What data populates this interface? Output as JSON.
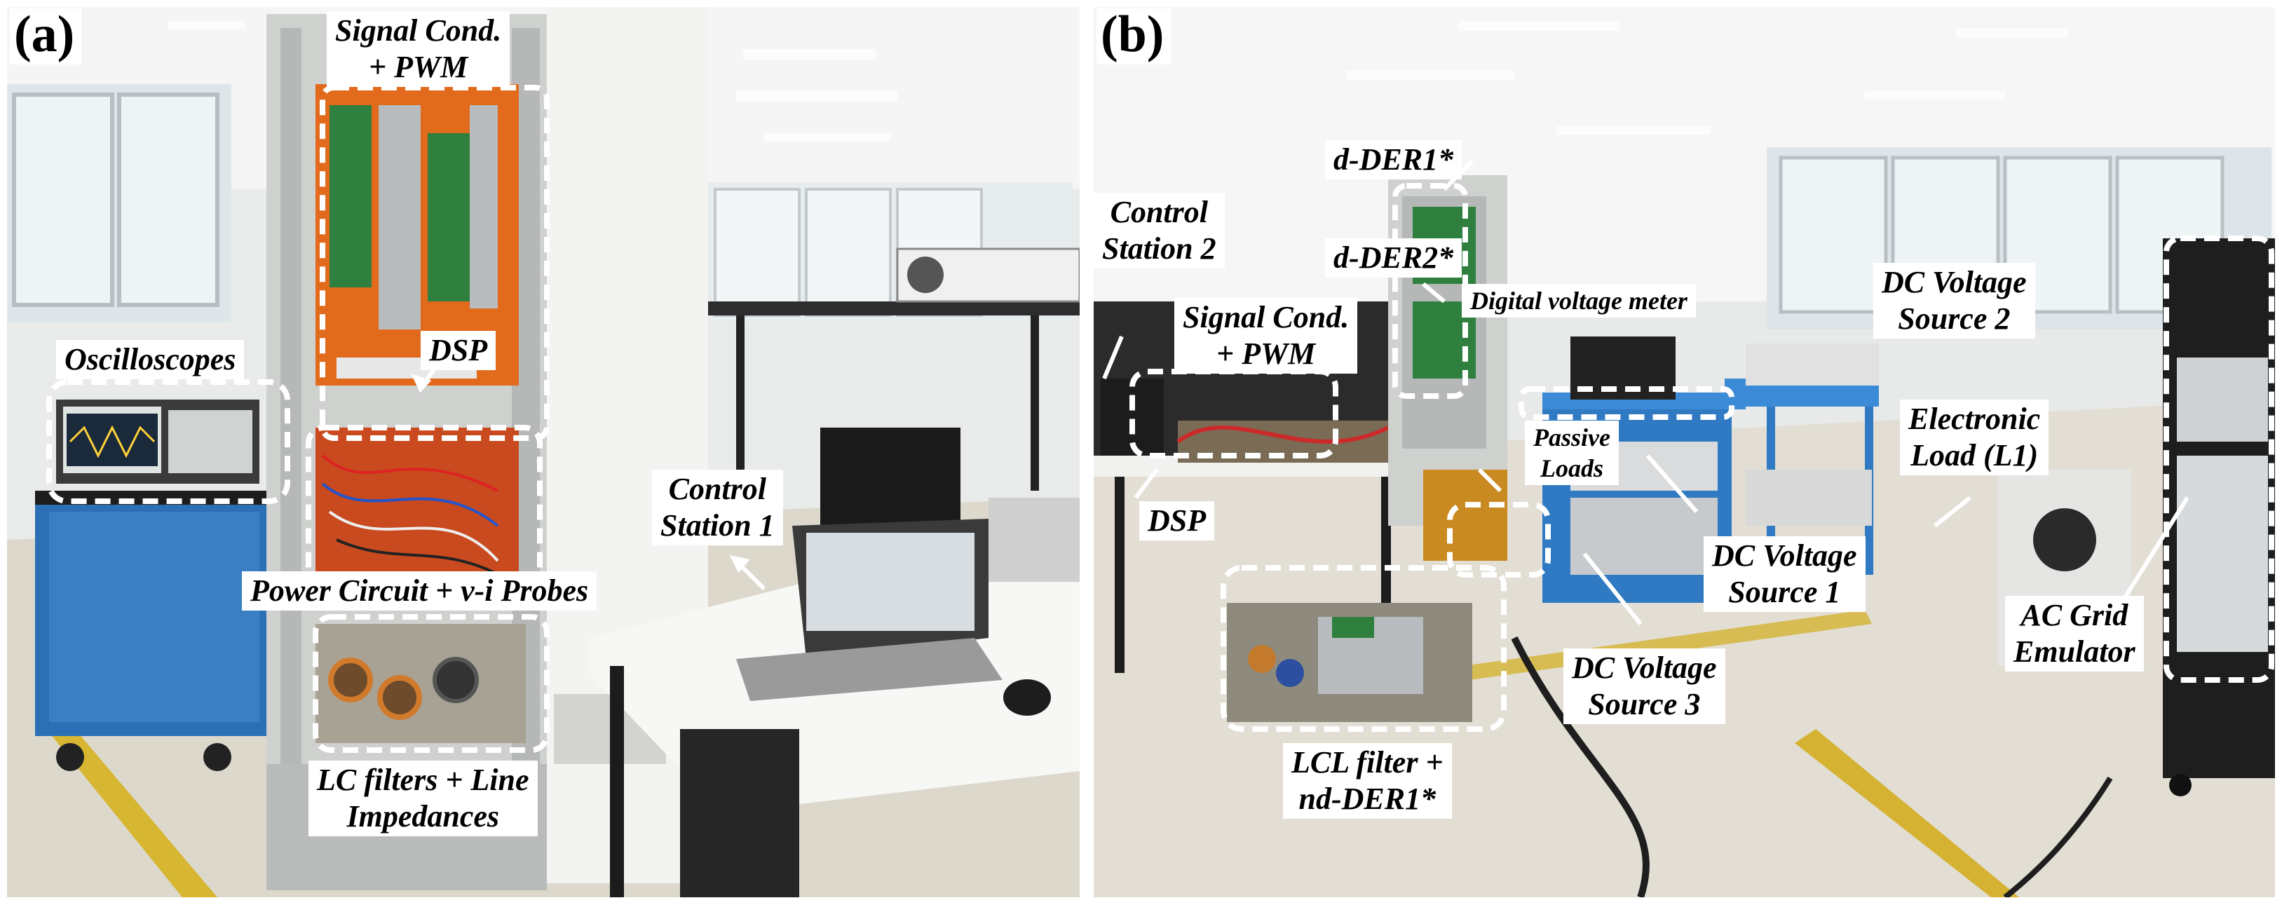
{
  "panel_a": {
    "letter": "(a)",
    "labels": {
      "signal_cond_line1": "Signal Cond.",
      "signal_cond_line2": "+ PWM",
      "dsp": "DSP",
      "oscilloscopes": "Oscilloscopes",
      "control_station_line1": "Control",
      "control_station_line2": "Station 1",
      "power_circuit": "Power Circuit + v-i Probes",
      "lc_filters_line1": "LC filters + Line",
      "lc_filters_line2": "Impedances"
    }
  },
  "panel_b": {
    "letter": "(b)",
    "labels": {
      "d_der1": "d-DER1*",
      "d_der2": "d-DER2*",
      "control_station_line1": "Control",
      "control_station_line2": "Station 2",
      "signal_cond_line1": "Signal Cond.",
      "signal_cond_line2": "+ PWM",
      "digital_voltage_meter": "Digital voltage meter",
      "dc_source2_line1": "DC Voltage",
      "dc_source2_line2": "Source 2",
      "passive_loads_line1": "Passive",
      "passive_loads_line2": "Loads",
      "electronic_load_line1": "Electronic",
      "electronic_load_line2": "Load (L1)",
      "dsp": "DSP",
      "dc_source1_line1": "DC Voltage",
      "dc_source1_line2": "Source 1",
      "ac_grid_line1": "AC Grid",
      "ac_grid_line2": "Emulator",
      "dc_source3_line1": "DC Voltage",
      "dc_source3_line2": "Source 3",
      "lcl_filter_line1": "LCL filter +",
      "lcl_filter_line2": "nd-DER1*"
    }
  }
}
